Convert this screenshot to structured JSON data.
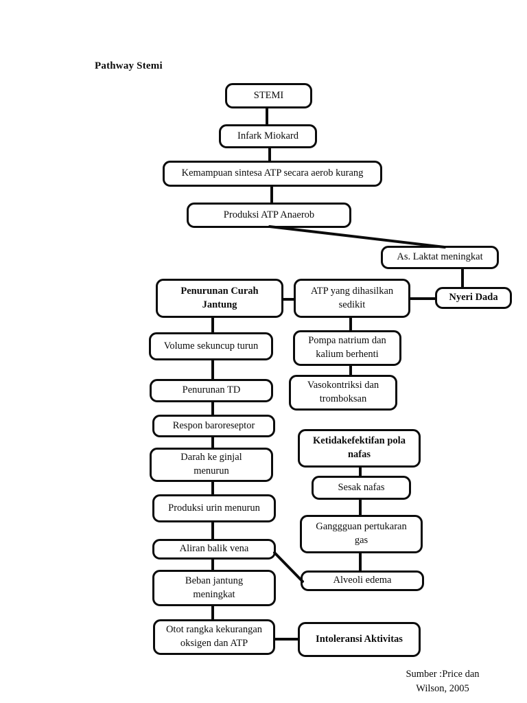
{
  "page": {
    "title": "Pathway Stemi",
    "source": {
      "line1": "Sumber :Price dan",
      "line2": "Wilson, 2005"
    },
    "colors": {
      "ink": "#0b0b0b",
      "background": "#ffffff"
    }
  },
  "flowchart": {
    "nodes": {
      "stemi": {
        "label": "STEMI",
        "bold": false
      },
      "infark": {
        "label": "Infark Miokard",
        "bold": false
      },
      "kemampuan": {
        "label": "Kemampuan sintesa ATP secara aerob kurang",
        "bold": false
      },
      "produksi_atp": {
        "label": "Produksi ATP Anaerob",
        "bold": false
      },
      "laktat": {
        "label": "As. Laktat meningkat",
        "bold": false
      },
      "curah_jantung": {
        "label": "Penurunan Curah\nJantung",
        "bold": true
      },
      "atp_sedikit": {
        "label": "ATP yang dihasilkan\nsedikit",
        "bold": false
      },
      "nyeri_dada": {
        "label": "Nyeri Dada",
        "bold": true
      },
      "volume_sekuncup": {
        "label": "Volume sekuncup turun",
        "bold": false
      },
      "pompa_natrium": {
        "label": "Pompa natrium dan\nkalium berhenti",
        "bold": false
      },
      "penurunan_td": {
        "label": "Penurunan TD",
        "bold": false
      },
      "vasokontriksi": {
        "label": "Vasokontriksi dan\ntromboksan",
        "bold": false
      },
      "respon_baroreseptor": {
        "label": "Respon baroreseptor",
        "bold": false
      },
      "pola_nafas": {
        "label": "Ketidakefektifan pola\nnafas",
        "bold": true
      },
      "darah_ginjal": {
        "label": "Darah ke ginjal\nmenurun",
        "bold": false
      },
      "sesak_nafas": {
        "label": "Sesak nafas",
        "bold": false
      },
      "produksi_urin": {
        "label": "Produksi urin menurun",
        "bold": false
      },
      "pertukaran_gas": {
        "label": "Ganggguan pertukaran\ngas",
        "bold": false
      },
      "aliran_balik": {
        "label": "Aliran balik vena",
        "bold": false
      },
      "alveoli_edema": {
        "label": "Alveoli edema",
        "bold": false
      },
      "beban_jantung": {
        "label": "Beban jantung\nmeningkat",
        "bold": false
      },
      "otot_rangka": {
        "label": "Otot rangka kekurangan\noksigen dan ATP",
        "bold": false
      },
      "intoleransi": {
        "label": "Intoleransi Aktivitas",
        "bold": true
      }
    },
    "edges": [
      {
        "from": "stemi",
        "to": "infark"
      },
      {
        "from": "infark",
        "to": "kemampuan"
      },
      {
        "from": "kemampuan",
        "to": "produksi_atp"
      },
      {
        "from": "produksi_atp",
        "to": "laktat"
      },
      {
        "from": "laktat",
        "to": "nyeri_dada"
      },
      {
        "from": "curah_jantung",
        "to": "atp_sedikit"
      },
      {
        "from": "atp_sedikit",
        "to": "nyeri_dada"
      },
      {
        "from": "curah_jantung",
        "to": "volume_sekuncup"
      },
      {
        "from": "atp_sedikit",
        "to": "pompa_natrium"
      },
      {
        "from": "volume_sekuncup",
        "to": "penurunan_td"
      },
      {
        "from": "pompa_natrium",
        "to": "vasokontriksi"
      },
      {
        "from": "penurunan_td",
        "to": "respon_baroreseptor"
      },
      {
        "from": "respon_baroreseptor",
        "to": "darah_ginjal"
      },
      {
        "from": "darah_ginjal",
        "to": "produksi_urin"
      },
      {
        "from": "produksi_urin",
        "to": "aliran_balik"
      },
      {
        "from": "aliran_balik",
        "to": "beban_jantung"
      },
      {
        "from": "aliran_balik",
        "to": "alveoli_edema"
      },
      {
        "from": "pola_nafas",
        "to": "sesak_nafas"
      },
      {
        "from": "sesak_nafas",
        "to": "pertukaran_gas"
      },
      {
        "from": "pertukaran_gas",
        "to": "alveoli_edema"
      },
      {
        "from": "beban_jantung",
        "to": "otot_rangka"
      },
      {
        "from": "otot_rangka",
        "to": "intoleransi"
      }
    ]
  }
}
